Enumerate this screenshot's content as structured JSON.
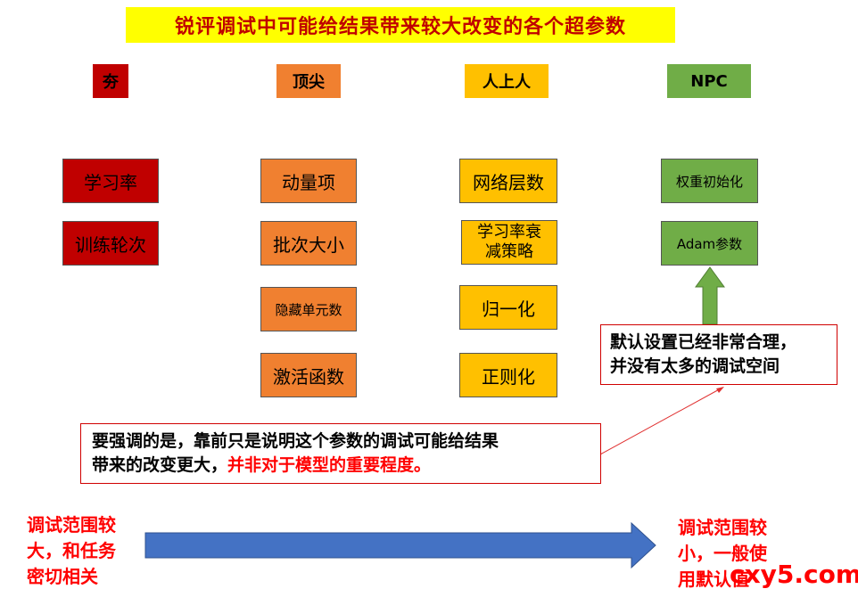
{
  "title": "锐评调试中可能给结果带来较大改变的各个超参数",
  "columns": [
    {
      "label": "夯",
      "color": "#c00000"
    },
    {
      "label": "顶尖",
      "color": "#f08030"
    },
    {
      "label": "人上人",
      "color": "#ffc000"
    },
    {
      "label": "NPC",
      "color": "#70ad47"
    }
  ],
  "cells": {
    "hang": [
      "学习率",
      "训练轮次"
    ],
    "top": [
      "动量项",
      "批次大小",
      "隐藏单元数",
      "激活函数"
    ],
    "rsr": [
      "网络层数",
      "学习率衰减策略",
      "归一化",
      "正则化"
    ],
    "npc": [
      "权重初始化",
      "Adam参数"
    ]
  },
  "notes": {
    "npc_note_line1": "默认设置已经非常合理，",
    "npc_note_line2": "并没有太多的调试空间",
    "main_line1": "要强调的是，靠前只是说明这个参数的调试可能给结果",
    "main_line2_a": "带来的改变更大，",
    "main_line2_b": "并非对于模型的重要程度。"
  },
  "range": {
    "left_line1": "调试范围较",
    "left_line2": "大，和任务",
    "left_line3": "密切相关",
    "right_line1": "调试范围较",
    "right_line2": "小，一般使",
    "right_line3": "用默认值"
  },
  "watermark": "cxy5.com"
}
